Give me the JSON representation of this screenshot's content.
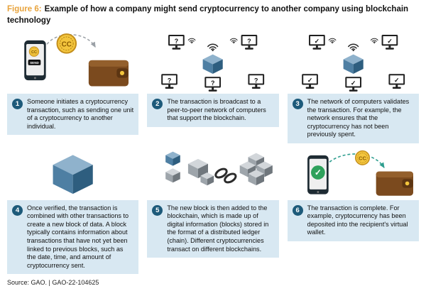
{
  "header": {
    "figure_label": "Figure 6:",
    "title": "Example of how a company might send cryptocurrency to another company using blockchain technology"
  },
  "steps": [
    {
      "number": "1",
      "text": "Someone initiates a cryptocurrency transaction, such as sending one unit of a cryptocurrency to another individual."
    },
    {
      "number": "2",
      "text": "The transaction is broadcast to a peer-to-peer network of computers that support the blockchain."
    },
    {
      "number": "3",
      "text": "The network of computers validates the transaction. For example, the network ensures that the cryptocurrency has not been previously spent."
    },
    {
      "number": "4",
      "text": "Once verified, the transaction is combined with other transactions to create a new block of data. A block typically contains information about transactions that have not yet been linked to previous blocks, such as the date, time, and amount of cryptocurrency sent."
    },
    {
      "number": "5",
      "text": "The new block is then added to the blockchain, which is made up of digital information (blocks) stored in the format of a distributed ledger (chain). Different cryptocurrencies transact on different blockchains."
    },
    {
      "number": "6",
      "text": "The transaction is complete. For example, cryptocurrency has been deposited into the recipient's virtual wallet."
    }
  ],
  "glyphs": {
    "coin_label": "CC",
    "send_label": "SEND",
    "question_mark": "?",
    "checkmark": "✓"
  },
  "footer": {
    "source": "Source: GAO.  |  GAO-22-104625"
  },
  "colors": {
    "figure_label": "#E8A33C",
    "step_box_bg": "#D8E8F2",
    "step_number_bg": "#1D5A7A",
    "cube_blue": "#4E7FA3",
    "cube_gray": "#9EA5AB",
    "coin_gold": "#F3C53D",
    "wallet_brown": "#7B4A1E",
    "check_green": "#2EA15B"
  }
}
